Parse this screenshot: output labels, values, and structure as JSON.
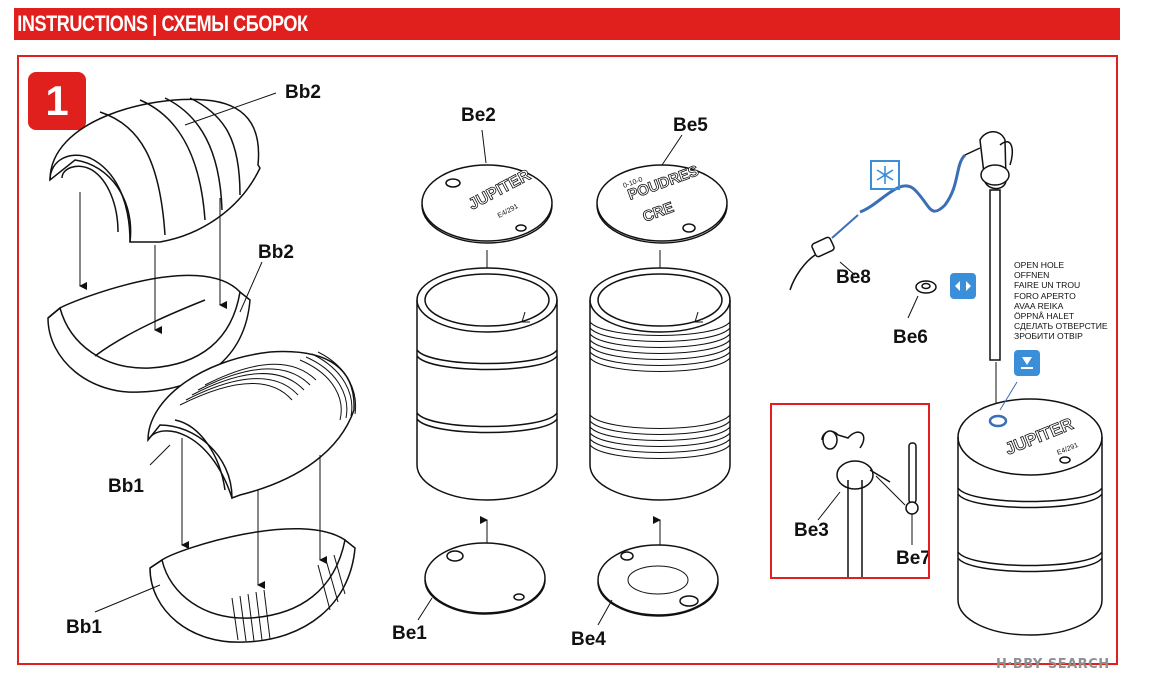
{
  "header": {
    "title": "INSTRUCTIONS | СХЕМЫ СБОРОК",
    "background_color": "#e0201c"
  },
  "step": {
    "number": "1"
  },
  "parts": {
    "bb2_top": "Bb2",
    "bb2_mid": "Bb2",
    "bb1_mid": "Bb1",
    "bb1_bottom": "Bb1",
    "be2": "Be2",
    "be5": "Be5",
    "be1": "Be1",
    "be4": "Be4",
    "be8": "Be8",
    "be6": "Be6",
    "be3": "Be3",
    "be7": "Be7"
  },
  "lid_markings": {
    "be2_main": "JUPITER",
    "be2_code": "E4/291",
    "be5_line1": "POUDRES",
    "be5_line2": "CRE",
    "be5_code": "0-10-0",
    "drum_main": "JUPITER",
    "drum_code": "E4/291"
  },
  "instruction_note": {
    "lines": [
      "OPEN HOLE",
      "OFFNEN",
      "FAIRE UN TROU",
      "FORO APERTO",
      "AVAA REIKA",
      "ÖPPNÅ HALET",
      "СДЕЛАТЬ ОТВЕРСТИЕ",
      "ЗРОБИТИ ОТВІР"
    ]
  },
  "icons": {
    "bend_icon": "snowflake-bend-icon",
    "rotate_icon": "rotate-arrows-icon",
    "drill_icon": "drill-hole-icon"
  },
  "watermark": "H·BBY SEARCH",
  "colors": {
    "accent": "#e0201c",
    "hose": "#3a6fb5",
    "icon_blue": "#3b8fd8"
  }
}
